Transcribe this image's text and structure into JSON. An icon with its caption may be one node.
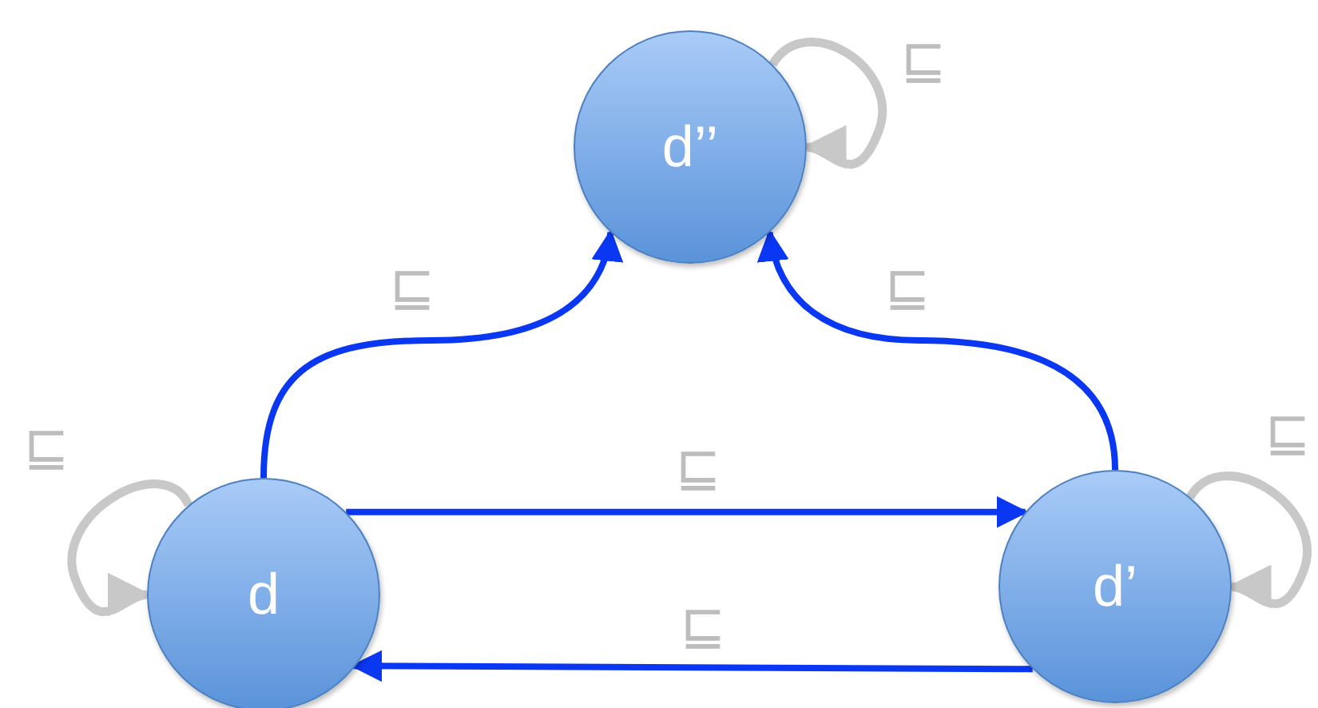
{
  "diagram": {
    "nodes": [
      {
        "text": [
          "d’’"
        ]
      },
      {
        "text": [
          "d"
        ]
      },
      {
        "text": [
          "d’"
        ]
      }
    ],
    "edges": [
      {
        "from": 1,
        "to": 0,
        "arrow": "to",
        "label": "⊑"
      },
      {
        "from": 2,
        "to": 0,
        "arrow": "to",
        "label": "⊑"
      },
      {
        "from": 1,
        "to": 2,
        "arrow": "to",
        "label": "⊑"
      },
      {
        "from": 2,
        "to": 1,
        "arrow": "to",
        "label": "⊑"
      },
      {
        "from": 0,
        "to": 0,
        "arrow": "to",
        "label": "⊑",
        "color": "#c8c8c8"
      },
      {
        "from": 1,
        "to": 1,
        "arrow": "to",
        "label": "⊑",
        "color": "#c8c8c8"
      },
      {
        "from": 2,
        "to": 2,
        "arrow": "to",
        "label": "⊑",
        "color": "#c8c8c8"
      }
    ]
  }
}
